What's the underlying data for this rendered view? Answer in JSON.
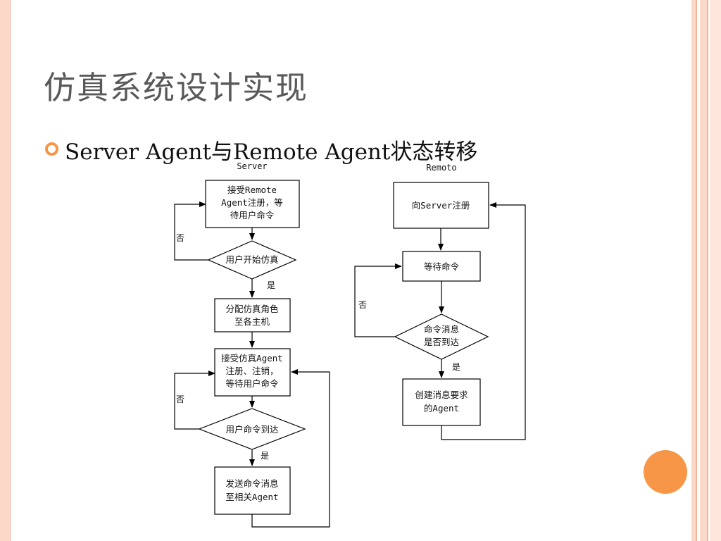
{
  "slide": {
    "title": "仿真系统设计实现",
    "bullet": "Server Agent与Remote Agent状态转移"
  },
  "colors": {
    "accent": "#f79646",
    "stripe_light": "#fbd9c9",
    "stripe_mid": "#f3b29a",
    "title": "#595959"
  },
  "server_flow": {
    "heading": "Server",
    "register_box": [
      "接受Remote",
      "Agent注册，等",
      "待用户命令"
    ],
    "start_decision": "用户开始仿真",
    "assign_box": [
      "分配仿真角色",
      "至各主机"
    ],
    "accept_box": [
      "接受仿真Agent",
      "注册、注销，",
      "等待用户命令"
    ],
    "command_decision": "用户命令到达",
    "send_box": [
      "发送命令消息",
      "至相关Agent"
    ],
    "no_label_1": "否",
    "yes_label_1": "是",
    "no_label_2": "否",
    "yes_label_2": "是"
  },
  "remote_flow": {
    "heading": "Remoto",
    "register_box": "向Server注册",
    "wait_box": "等待命令",
    "arrive_decision": [
      "命令消息",
      "是否到达"
    ],
    "create_box": [
      "创建消息要求",
      "的Agent"
    ],
    "no_label": "否",
    "yes_label": "是"
  }
}
